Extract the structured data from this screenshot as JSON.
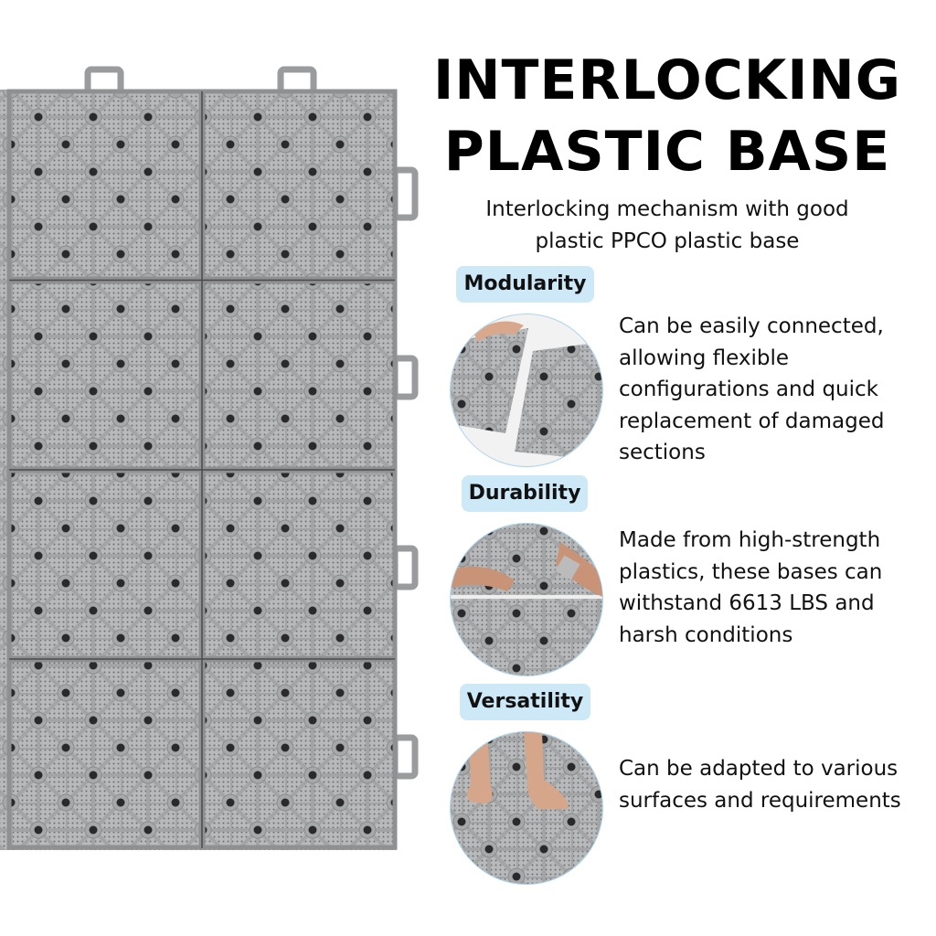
{
  "header": {
    "title_line1": "INTERLOCKING",
    "title_line2": "PLASTIC BASE",
    "subtitle_line1": "Interlocking mechanism with good",
    "subtitle_line2": "plastic PPCO plastic base"
  },
  "features": [
    {
      "label": "Modularity",
      "description": "Can be easily connected, allowing flexible configurations and quick replacement of damaged sections"
    },
    {
      "label": "Durability",
      "description": "Made from high-strength plastics, these bases can withstand 6613 LBS and harsh conditions"
    },
    {
      "label": "Versatility",
      "description": "Can be adapted to various surfaces and requirements"
    }
  ],
  "colors": {
    "badge": "#cde9f8",
    "tile": "#9a9b9d"
  }
}
